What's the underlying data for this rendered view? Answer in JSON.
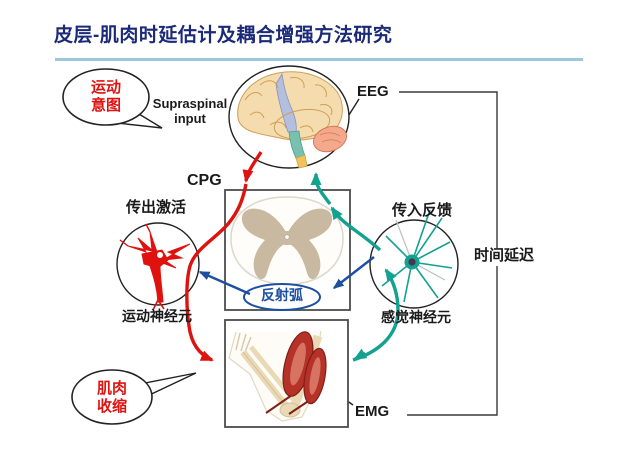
{
  "colors": {
    "red": "#de1310",
    "teal": "#13a190",
    "blue": "#1d4fa1",
    "navy": "#1b2a78",
    "underline": "#9fc6dd",
    "box-border": "#4d4d4d",
    "line": "#3a3a3a"
  },
  "title": "皮层-肌肉时延估计及耦合增强方法研究",
  "labels": {
    "motor_intent": "运动\n意图",
    "supraspinal": "Supraspinal input",
    "eeg": "EEG",
    "cpg": "CPG",
    "efferent_activation": "传出激活",
    "motor_neuron": "运动神经元",
    "afferent_feedback": "传入反馈",
    "sensory_neuron": "感觉神经元",
    "time_delay": "时间延迟",
    "reflex_arc": "反射弧",
    "muscle_contraction": "肌肉\n收缩",
    "emg": "EMG"
  },
  "illustrations": {
    "brain": "brain-lateral-view",
    "spinal_cord": "spinal-cord-cross-section",
    "motor_neuron": "red-motor-neuron-drawing",
    "sensory_neuron": "teal-sensory-neuron-drawing",
    "arm": "arm-with-muscles"
  }
}
